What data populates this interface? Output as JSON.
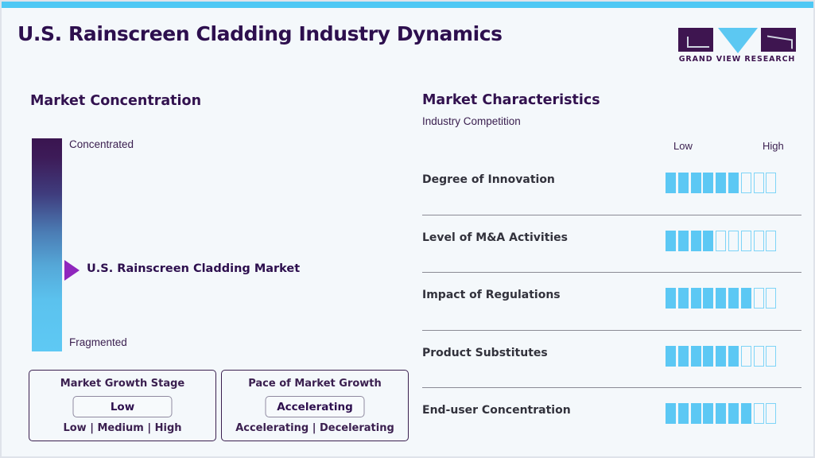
{
  "header": {
    "title": "U.S. Rainscreen Cladding Industry Dynamics",
    "logo_text": "GRAND VIEW RESEARCH"
  },
  "market_concentration": {
    "heading": "Market Concentration",
    "top_label": "Concentrated",
    "bottom_label": "Fragmented",
    "marker_label": "U.S. Rainscreen Cladding Market",
    "marker_position_pct": 62,
    "gradient_top_color": "#3a1550",
    "gradient_bottom_color": "#5ec9f4",
    "marker_color": "#8f27bd",
    "boxes": [
      {
        "title": "Market Growth Stage",
        "value": "Low",
        "options": "Low | Medium | High"
      },
      {
        "title": "Pace of Market Growth",
        "value": "Accelerating",
        "options": "Accelerating | Decelerating"
      }
    ]
  },
  "market_characteristics": {
    "heading": "Market Characteristics",
    "subheading": "Industry Competition",
    "scale_low_label": "Low",
    "scale_high_label": "High",
    "segment_total": 9,
    "segment_color": "#5cc8f4",
    "rows": [
      {
        "label": "Degree of Innovation",
        "filled": 6
      },
      {
        "label": "Level of M&A Activities",
        "filled": 4
      },
      {
        "label": "Impact of Regulations",
        "filled": 7
      },
      {
        "label": "Product Substitutes",
        "filled": 6
      },
      {
        "label": "End-user Concentration",
        "filled": 7
      }
    ]
  },
  "theme": {
    "accent_bar_color": "#4ec8f4",
    "background_color": "#f4f8fb",
    "title_color": "#2d0f4e",
    "label_color": "#32323c"
  }
}
